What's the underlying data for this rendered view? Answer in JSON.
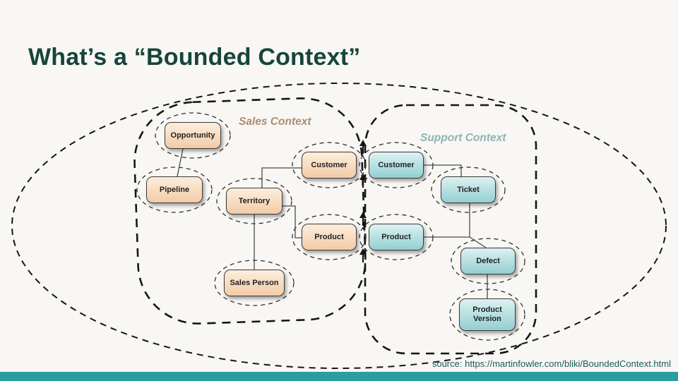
{
  "slide": {
    "title": "What’s a “Bounded Context”",
    "source": "source: https://martinfowler.com/bliki/BoundedContext.html"
  },
  "diagram": {
    "contexts": [
      {
        "label": "Sales Context"
      },
      {
        "label": "Support Context"
      }
    ],
    "sales_nodes": [
      {
        "label": "Opportunity"
      },
      {
        "label": "Pipeline"
      },
      {
        "label": "Territory"
      },
      {
        "label": "Customer"
      },
      {
        "label": "Product"
      },
      {
        "label": "Sales Person"
      }
    ],
    "support_nodes": [
      {
        "label": "Customer"
      },
      {
        "label": "Product"
      },
      {
        "label": "Ticket"
      },
      {
        "label": "Defect"
      },
      {
        "label": "Product Version"
      }
    ],
    "edges": [
      {
        "from": "Opportunity",
        "to": "Pipeline"
      },
      {
        "from": "Territory",
        "to": "Customer (Sales)"
      },
      {
        "from": "Territory",
        "to": "Product (Sales)"
      },
      {
        "from": "Territory",
        "to": "Sales Person"
      },
      {
        "from": "Customer (Support)",
        "to": "Ticket"
      },
      {
        "from": "Product (Support)",
        "to": "Ticket"
      },
      {
        "from": "Ticket",
        "to": "Defect"
      },
      {
        "from": "Defect",
        "to": "Product Version"
      }
    ],
    "boundary_arrows": {
      "count": 4,
      "direction": "up"
    }
  },
  "colors": {
    "title": "#17453c",
    "bar": "#2a9da1",
    "sales-label": "#ad8b74",
    "support-label": "#8fb3b3",
    "sales-box-top": "#fdeedd",
    "sales-box-bottom": "#f3cba6",
    "support-box-top": "#ddf1f1",
    "support-box-bottom": "#93cfd2",
    "box-border": "#3a3a3a",
    "source": "#1d5a55"
  }
}
